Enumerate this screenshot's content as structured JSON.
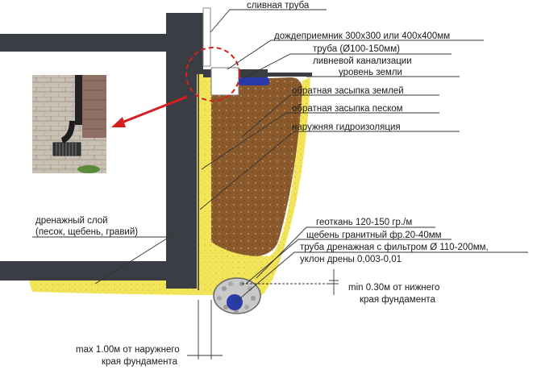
{
  "labels": {
    "downpipe": "сливная труба",
    "gully": "дождеприемник 300х300 или 400х400мм",
    "pipe_line1": "труба (Ø100-150мм)",
    "pipe_line2": "ливневой канализации",
    "ground_level": "уровень земли",
    "backfill_soil": "обратная засыпка землей",
    "backfill_sand": "обратная засыпка песком",
    "waterproofing": "наружняя гидроизоляция",
    "drain_layer_line1": "дренажный слой",
    "drain_layer_line2": "(песок, щебень, гравий)",
    "geotextile": "геоткань 120-150 гр./м",
    "gravel": "щебень гранитный фр.20-40мм",
    "drain_pipe_line1": "труба дренажная с фильтром Ø 110-200мм,",
    "drain_pipe_line2": "уклон дрены 0,003-0,01",
    "min_dist_line1": "min 0.30м от нижнего",
    "min_dist_line2": "края фундамента",
    "max_dist_line1": "max 1.00м от наружнего",
    "max_dist_line2": "края фундамента"
  },
  "colors": {
    "concrete": "#3a3d44",
    "sand": "#f2e55a",
    "soil": "#8a5a2c",
    "pipe": "#2a3aa8",
    "arrow": "#d62020"
  }
}
